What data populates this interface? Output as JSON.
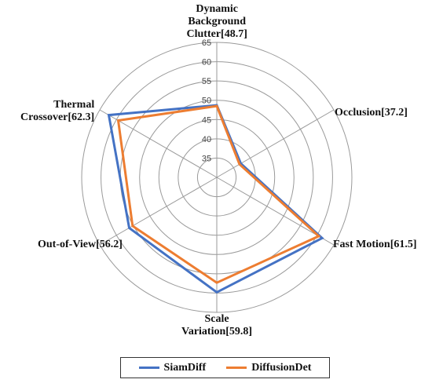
{
  "chart_data": {
    "type": "radar",
    "categories": [
      [
        "Dynamic",
        "Background",
        "Clutter[48.7]"
      ],
      [
        "Occlusion[37.2]"
      ],
      [
        "Fast Motion[61.5]"
      ],
      [
        "Scale",
        "Variation[59.8]"
      ],
      [
        "Out-of-View[56.2]"
      ],
      [
        "Thermal",
        "Crossover[62.3]"
      ]
    ],
    "rlim": [
      30,
      65
    ],
    "ticks": [
      35,
      40,
      45,
      50,
      55,
      60,
      65
    ],
    "series": [
      {
        "name": "SiamDiff",
        "color": "#4472C4",
        "values": [
          48.7,
          37.2,
          61.5,
          59.8,
          56.2,
          62.3
        ]
      },
      {
        "name": "DiffusionDet",
        "color": "#ED7D31",
        "values": [
          48.5,
          36.8,
          60.5,
          57.3,
          55.2,
          59.5
        ]
      }
    ],
    "grid": true,
    "legend": "bottom"
  }
}
